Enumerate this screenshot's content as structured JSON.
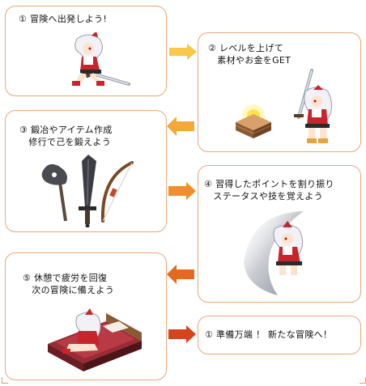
{
  "steps": [
    {
      "label": "① 冒険へ出発しよう!"
    },
    {
      "label": "② レベルを上げて\n　素材やお金をGET"
    },
    {
      "label": "③ 鍛冶やアイテム作成\n　修行で己を鍛えよう"
    },
    {
      "label": "④ 習得したポイントを割り振り\n　ステータスや技を覚えよう"
    },
    {
      "label": "⑤ 休憩で疲労を回復\n　次の冒険に備えよう"
    },
    {
      "label": "① 準備万端 ！ 新たな冒険へ！"
    }
  ],
  "colors": {
    "border": "#e9a77b",
    "arrow_1": "#f9c84a",
    "arrow_2": "#f4a83a",
    "arrow_3": "#ef8f2e",
    "arrow_4": "#e36a1e",
    "arrow_5": "#d4451b"
  },
  "illustrations": [
    "hero-running-with-sword",
    "glowing-treasure-chest",
    "hero-standing-with-sword",
    "battle-axe",
    "great-sword",
    "bow",
    "hero-spin-attack",
    "hero-resting-on-bed"
  ]
}
